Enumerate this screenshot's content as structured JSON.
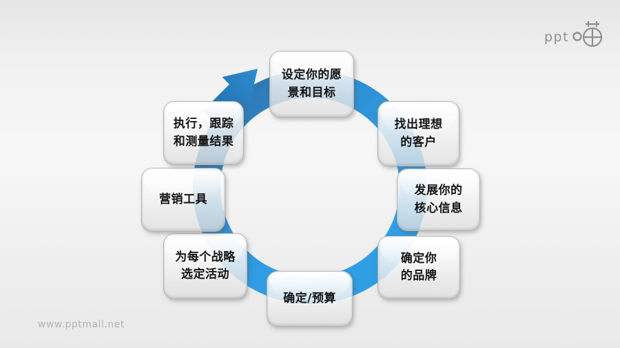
{
  "page": {
    "background_top": "#e5e5e5",
    "background_mid": "#f7f7f7",
    "background_bottom": "#e9e9e9"
  },
  "logo": {
    "text": "PPT",
    "color": "#8f8f8f"
  },
  "watermark": {
    "text": "www.pptmall.net",
    "color": "#b3b3b3"
  },
  "diagram": {
    "type": "cycle",
    "ring_color": "#2f9ce2",
    "ring_dark_color": "#2d6ea6",
    "arrow_color": "#2478ba",
    "direction": "clockwise",
    "steps": [
      {
        "id": "set-vision-goals",
        "position": "top",
        "label": "设定你的愿\n景和目标"
      },
      {
        "id": "find-ideal-customers",
        "position": "top-right",
        "label": "找出理想\n的客户"
      },
      {
        "id": "develop-core-message",
        "position": "right",
        "label": "发展你的\n核心信息"
      },
      {
        "id": "define-your-brand",
        "position": "bottom-right",
        "label": "确定你\n的品牌"
      },
      {
        "id": "define-budget",
        "position": "bottom",
        "label": "确定/预算"
      },
      {
        "id": "select-activities",
        "position": "bottom-left",
        "label": "为每个战略\n选定活动"
      },
      {
        "id": "marketing-tools",
        "position": "left",
        "label": "营销工具"
      },
      {
        "id": "execute-track-measure",
        "position": "top-left",
        "label": "执行，跟踪\n和测量结果"
      }
    ]
  }
}
